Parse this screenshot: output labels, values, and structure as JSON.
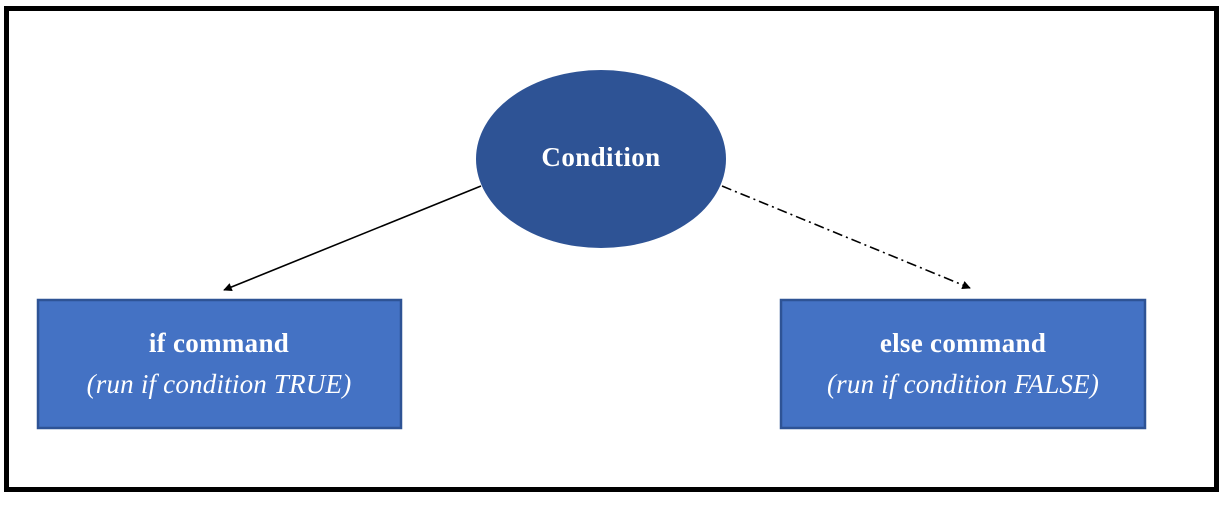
{
  "diagram": {
    "title": "if-else conditional flow diagram",
    "frame": {
      "border_color": "#000000",
      "background_color": "#ffffff"
    },
    "colors": {
      "condition_fill": "#2E5395",
      "command_fill": "#4472C4",
      "command_border": "#2E5395",
      "text": "#FFFFFF",
      "connector": "#000000"
    },
    "nodes": {
      "condition": {
        "shape": "ellipse",
        "label": "Condition"
      },
      "if_command": {
        "shape": "rectangle",
        "title": "if command",
        "subtitle": "(run if  condition TRUE)"
      },
      "else_command": {
        "shape": "rectangle",
        "title": "else command",
        "subtitle": "(run if  condition FALSE)"
      }
    },
    "connectors": {
      "true_branch": {
        "from": "condition",
        "to": "if_command",
        "style": "solid",
        "arrowhead": "filled-triangle"
      },
      "false_branch": {
        "from": "condition",
        "to": "else_command",
        "style": "dash-dot",
        "arrowhead": "filled-triangle"
      }
    }
  }
}
